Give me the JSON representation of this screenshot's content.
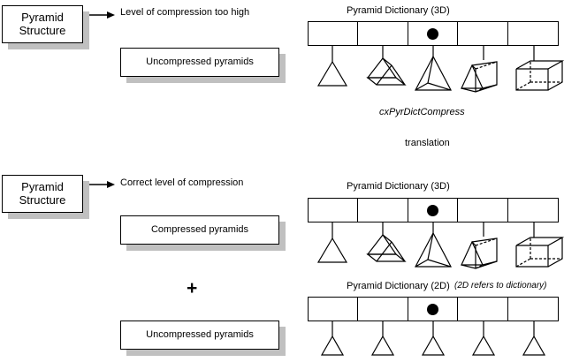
{
  "diagram": {
    "title": "Pyramid dictionary compression diagram",
    "colors": {
      "line": "#000000",
      "shadow": "#c0c0c0",
      "background": "#ffffff"
    }
  },
  "sections": [
    {
      "id": "too-high",
      "source_box": {
        "label": "Pyramid\nStructure",
        "line1": "Pyramid",
        "line2": "Structure"
      },
      "arrow": {
        "name": "right-arrow"
      },
      "caption": "Level of compression too high",
      "result_box": {
        "label": "Uncompressed pyramids"
      },
      "dictionary": {
        "title": "Pyramid Dictionary (3D)",
        "cell_count": 5,
        "marked_cell_index": 2,
        "entries": [
          "triangle",
          "triangular-prism",
          "square-pyramid",
          "wedge-prism",
          "cuboid"
        ]
      }
    },
    {
      "id": "correct",
      "source_box": {
        "line1": "Pyramid",
        "line2": "Structure"
      },
      "arrow": {
        "name": "right-arrow"
      },
      "caption": "Correct level of compression",
      "result_box": {
        "label": "Compressed pyramids"
      },
      "plus": "+",
      "result_box_2": {
        "label": "Uncompressed pyramids"
      },
      "dictionary_3d": {
        "title": "Pyramid Dictionary (3D)",
        "cell_count": 5,
        "marked_cell_index": 2,
        "entries": [
          "triangle",
          "triangular-prism",
          "square-pyramid",
          "wedge-prism",
          "cuboid"
        ]
      },
      "dictionary_2d": {
        "title": "Pyramid Dictionary (2D)",
        "note": "(2D refers to dictionary)",
        "cell_count": 5,
        "marked_cell_index": 2,
        "entries": [
          "triangle",
          "triangle",
          "triangle",
          "triangle",
          "triangle"
        ]
      }
    }
  ],
  "annotations": {
    "function_name": "cxPyrDictCompress",
    "translation_label": "translation"
  }
}
